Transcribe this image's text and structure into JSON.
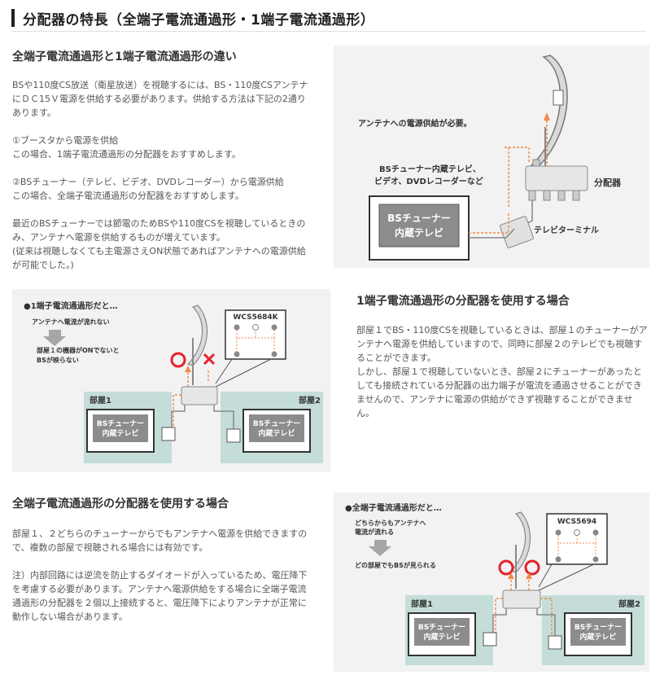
{
  "page_title": "分配器の特長（全端子電流通過形・1端子電流通過形）",
  "section1": {
    "heading": "全端子電流通過形と1端子電流通過形の違い",
    "paragraphs": [
      "BSや110度CS放送（衛星放送）を視聴するには、BS・110度CSアンテナにＤＣ15Ｖ電源を供給する必要があります。供給する方法は下記の2通りあります。",
      "①ブースタから電源を供給",
      "この場合、1端子電流通過形の分配器をおすすめします。",
      "②BSチューナー（テレビ、ビデオ、DVDレコーダー）から電源供給",
      "この場合、全端子電流通過形の分配器をおすすめします。",
      "最近のBSチューナーでは節電のためBSや110度CSを視聴しているときのみ、アンテナへ電源を供給するものが増えています。",
      "(従来は視聴しなくても主電源さえON状態であればアンテナへの電源供給が可能でした。)"
    ]
  },
  "diagram1": {
    "power_note": "アンテナへの電源供給が必要。",
    "tuner_devices": "BSチューナー内蔵テレビ、ビデオ、DVDレコーダーなど",
    "splitter": "分配器",
    "tv_line1": "BSチューナー",
    "tv_line2": "内蔵テレビ",
    "terminal": "テレビターミナル"
  },
  "diagram2": {
    "title": "●1端子電流通過形だと…",
    "note1": "アンテナへ電流が流れない",
    "note2a": "部屋１の機器がONでないと",
    "note2b": "BSが映らない",
    "model": "WCS5684K",
    "room1": "部屋1",
    "room2": "部屋2",
    "tv1_line1": "BSチューナー",
    "tv1_line2": "内蔵テレビ",
    "tv2_line1": "BSチューナー",
    "tv2_line2": "内蔵テレビ"
  },
  "section2": {
    "heading": "1端子電流通過形の分配器を使用する場合",
    "paragraphs": [
      "部屋１でBS・110度CSを視聴しているときは、部屋１のチューナーがアンテナへ電源を供給していますので、同時に部屋２のテレビでも視聴することができます。",
      "しかし、部屋１で視聴していないとき、部屋２にチューナーがあったとしても接続されている分配器の出力端子が電流を通過させることができませんので、アンテナに電源の供給ができず視聴することができません。"
    ]
  },
  "section3": {
    "heading": "全端子電流通過形の分配器を使用する場合",
    "paragraphs": [
      "部屋１、２どちらのチューナーからでもアンテナへ電源を供給できますので、複数の部屋で視聴される場合には有効です。",
      "注）内部回路には逆流を防止するダイオードが入っているため、電圧降下を考慮する必要があります。アンテナへ電源供給をする場合に全端子電流通過形の分配器を２個以上接続すると、電圧降下によりアンテナが正常に動作しない場合があります。"
    ]
  },
  "diagram3": {
    "title": "●全端子電流通過形だと…",
    "note1a": "どちらからもアンテナへ",
    "note1b": "電流が流れる",
    "note2": "どの部屋でもBSが見られる",
    "model": "WCS5694",
    "room1": "部屋1",
    "room2": "部屋2",
    "tv1_line1": "BSチューナー",
    "tv1_line2": "内蔵テレビ",
    "tv2_line1": "BSチューナー",
    "tv2_line2": "内蔵テレビ"
  },
  "colors": {
    "room_bg": "#c5ddd9",
    "flow": "#f08a4b",
    "circle": "#e8202a",
    "panel_bg": "#f2f2f2"
  }
}
